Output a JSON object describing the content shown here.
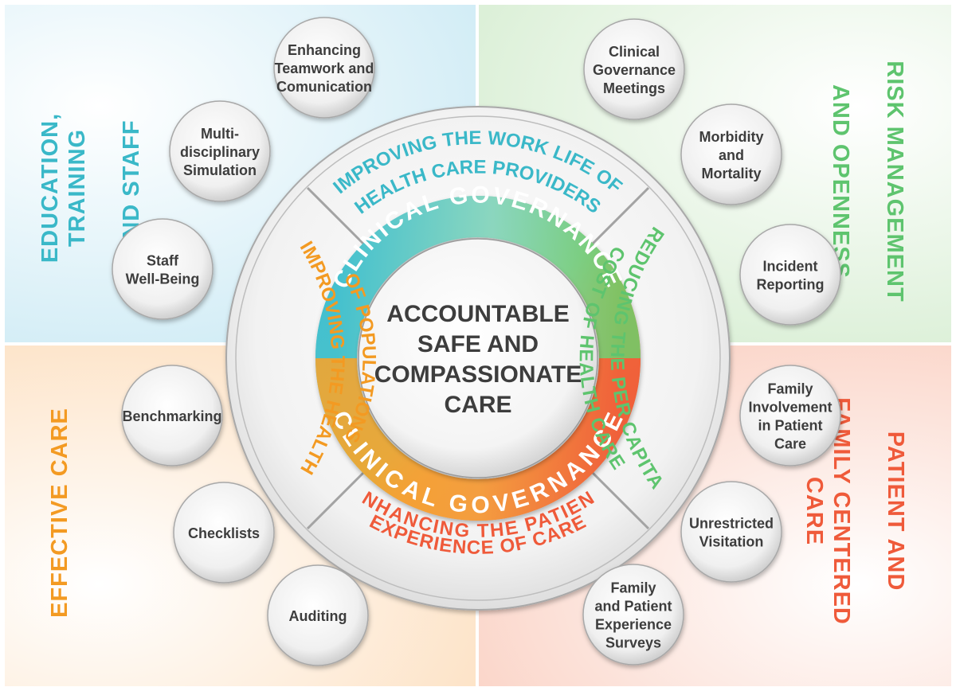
{
  "center": {
    "lines": [
      "ACCOUNTABLE",
      "SAFE AND",
      "COMPASSIONATE",
      "CARE"
    ]
  },
  "ring_text": {
    "top": "CLINICAL GOVERNANCE",
    "bottom": "CLINICAL GOVERNANCE"
  },
  "aims": {
    "top": [
      "IMPROVING THE WORK LIFE OF",
      "HEALTH CARE PROVIDERS"
    ],
    "right": [
      "REDUCING THE PER CAPITA",
      "COST OF HEALTH CARE"
    ],
    "bottom": [
      "ENHANCING THE PATIENT",
      "EXPERIENCE OF CARE"
    ],
    "left": [
      "IMPROVING THE HEALTH",
      "OF POPULATIONS"
    ]
  },
  "quadrants": {
    "top_left": {
      "label": [
        "EDUCATION, TRAINING",
        "AND STAFF"
      ],
      "color": "#3ab8c8"
    },
    "top_right": {
      "label": [
        "RISK MANAGEMENT",
        "AND OPENNESS"
      ],
      "color": "#5ec46e"
    },
    "bottom_left": {
      "label": [
        "EFFECTIVE CARE"
      ],
      "color": "#f39a22"
    },
    "bottom_right": {
      "label": [
        "PATIENT AND",
        "FAMILY CENTERED CARE"
      ],
      "color": "#ef5a3a"
    }
  },
  "bubbles": [
    {
      "lines": [
        "Enhancing",
        "Teamwork and",
        "Comunication"
      ]
    },
    {
      "lines": [
        "Multi-",
        "disciplinary",
        "Simulation"
      ]
    },
    {
      "lines": [
        "Staff",
        "Well-Being"
      ]
    },
    {
      "lines": [
        "Clinical",
        "Governance",
        "Meetings"
      ]
    },
    {
      "lines": [
        "Morbidity",
        "and",
        "Mortality"
      ]
    },
    {
      "lines": [
        "Incident",
        "Reporting"
      ]
    },
    {
      "lines": [
        "Benchmarking"
      ]
    },
    {
      "lines": [
        "Checklists"
      ]
    },
    {
      "lines": [
        "Auditing"
      ]
    },
    {
      "lines": [
        "Family",
        "Involvement",
        "in Patient",
        "Care"
      ]
    },
    {
      "lines": [
        "Unrestricted",
        "Visitation"
      ]
    },
    {
      "lines": [
        "Family",
        "and Patient",
        "Experience",
        "Surveys"
      ]
    }
  ]
}
